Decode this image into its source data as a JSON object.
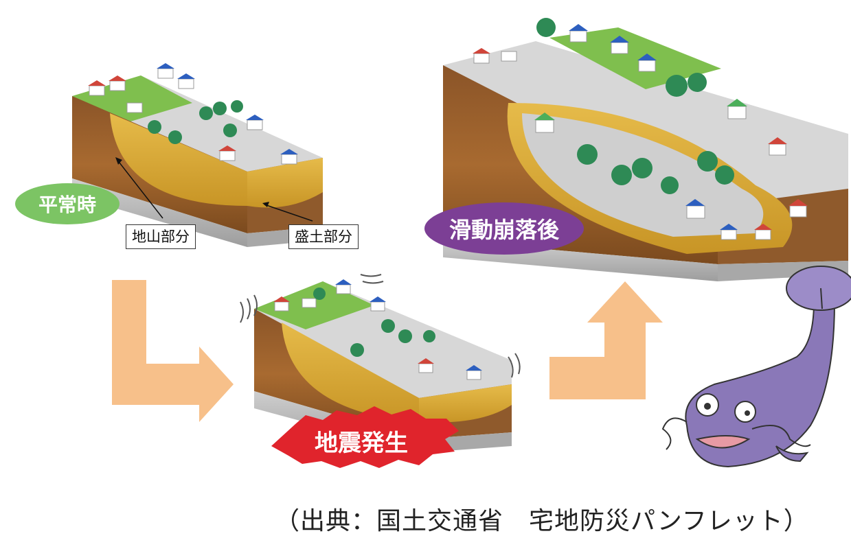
{
  "labels": {
    "normal": "平常時",
    "earthquake": "地震発生",
    "after_collapse": "滑動崩落後",
    "natural_ground": "地山部分",
    "fill_ground": "盛土部分"
  },
  "caption": "（出典：国土交通省　宅地防災パンフレット）",
  "colors": {
    "normal_oval": "#7cc464",
    "after_oval": "#7c3f95",
    "burst": "#e0242c",
    "arrow": "#f7c08a",
    "soil_dark": "#7a4a20",
    "soil_mid": "#a8642a",
    "fill": "#d9a93a",
    "bedrock": "#b9b9b9"
  }
}
